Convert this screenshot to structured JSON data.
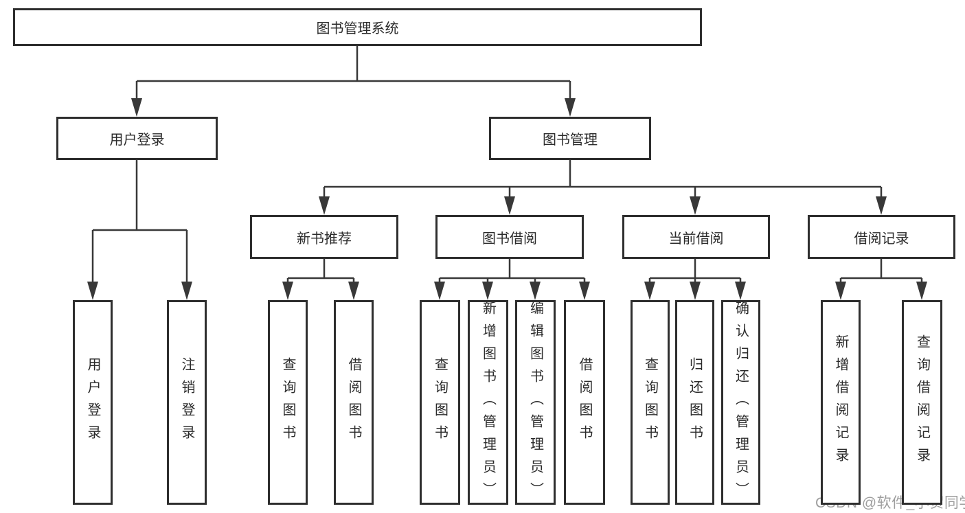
{
  "tree": {
    "root": {
      "label": "图书管理系统"
    },
    "branches": {
      "user_login": {
        "label": "用户登录"
      },
      "book_management": {
        "label": "图书管理"
      }
    },
    "modules": {
      "new_book_recommend": {
        "label": "新书推荐"
      },
      "book_borrowing": {
        "label": "图书借阅"
      },
      "current_borrowing": {
        "label": "当前借阅"
      },
      "borrowing_records": {
        "label": "借阅记录"
      }
    },
    "functions": {
      "user_login": {
        "label": "用户登录"
      },
      "logout": {
        "label": "注销登录"
      },
      "nb_query_books": {
        "label": "查询图书"
      },
      "nb_borrow_books": {
        "label": "借阅图书"
      },
      "bb_query_books": {
        "label": "查询图书"
      },
      "bb_add_books": {
        "label": "新增图书（管理员）"
      },
      "bb_edit_books": {
        "label": "编辑图书（管理员）"
      },
      "bb_borrow_books": {
        "label": "借阅图书"
      },
      "cb_query_books": {
        "label": "查询图书"
      },
      "cb_return_books": {
        "label": "归还图书"
      },
      "cb_confirm_return": {
        "label": "确认归还（管理员）"
      },
      "br_add_record": {
        "label": "新增借阅记录"
      },
      "br_query_record": {
        "label": "查询借阅记录"
      }
    }
  },
  "watermark": {
    "text": "CSDN @软件_小贺同学",
    "color": "#9e9e9e"
  },
  "colors": {
    "background": "#ffffff",
    "box_border": "#2e2e2e",
    "line": "#383838",
    "text": "#2b2b2b"
  }
}
